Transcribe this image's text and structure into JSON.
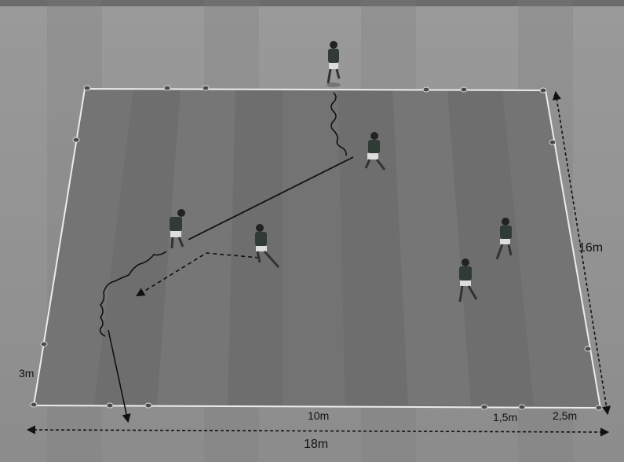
{
  "labels": {
    "side_3m": "3m",
    "center_10m": "10m",
    "gap_15m": "1,5m",
    "gap_25m": "2,5m",
    "depth_16m": "16m",
    "width_18m": "18m"
  },
  "players": [
    {
      "id": "top-outside",
      "role": "player"
    },
    {
      "id": "center-dribbler",
      "role": "player"
    },
    {
      "id": "left-passer",
      "role": "player"
    },
    {
      "id": "middle-runner",
      "role": "player"
    },
    {
      "id": "right-upper",
      "role": "player"
    },
    {
      "id": "right-lower",
      "role": "player"
    }
  ],
  "colors": {
    "background": "#8a8a8a",
    "pitch": "#6f6f6f",
    "pitch_stripe": "#787878",
    "lines": "#e8e8e8",
    "arrows": "#111111",
    "shirt": "#2d3a33"
  }
}
